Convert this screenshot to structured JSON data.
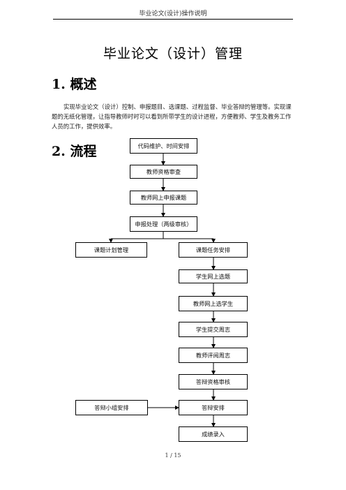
{
  "header": {
    "running_title": "毕业论文(设计)操作说明"
  },
  "document": {
    "title": "毕业论文（设计）管理",
    "sections": [
      {
        "heading": "1. 概述",
        "body": "实现毕业论文（设计）控制、申报题目、选课题、过程监督、毕业答辩的管理等。实现课题的无纸化管理，让指导教师时时可以看到所带学生的设计进程，方便教师、学生及教务工作人员的工作，提供效率。"
      },
      {
        "heading": "2. 流程"
      }
    ]
  },
  "flowchart": {
    "steps": [
      "代码维护、时间安排",
      "教师资格审查",
      "教师网上申报课题",
      "申报处理（两级审核）",
      "课题计划管理",
      "课题任务安排",
      "学生网上选题",
      "教师网上选学生",
      "学生提交周志",
      "教师评阅周志",
      "答辩资格审核",
      "答辩小组安排",
      "答辩安排",
      "成绩录入"
    ]
  },
  "footer": {
    "page_number": "1 / 15"
  }
}
